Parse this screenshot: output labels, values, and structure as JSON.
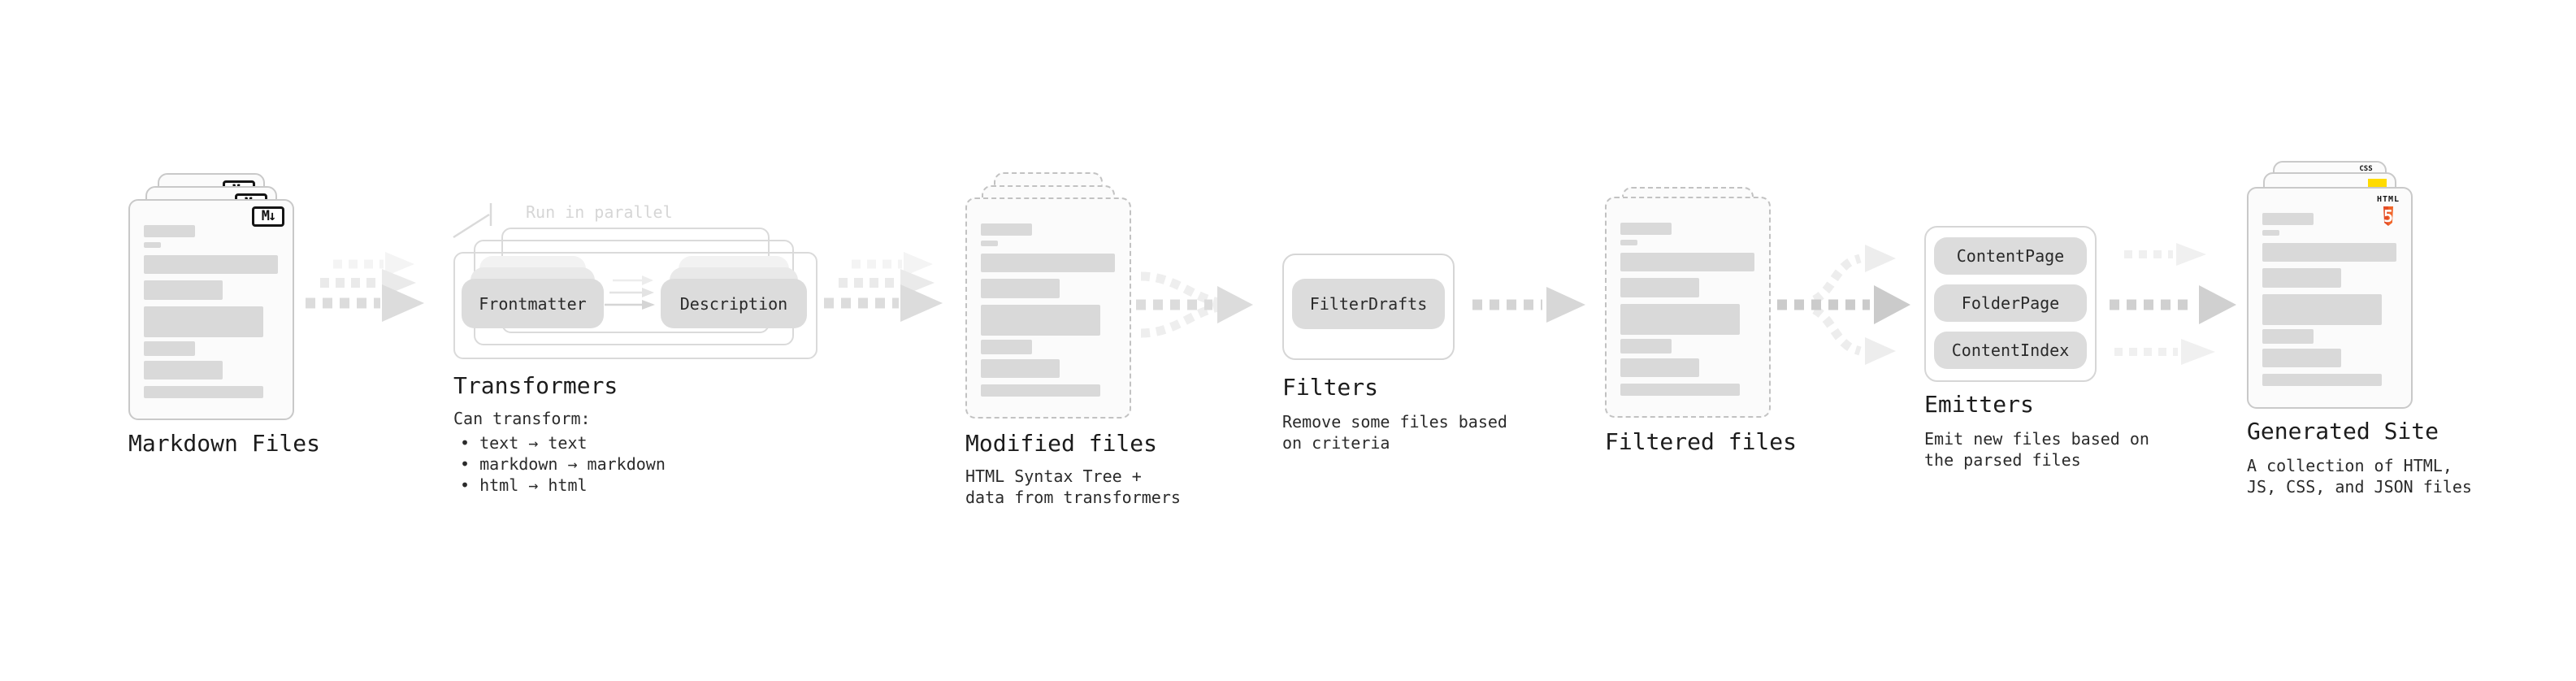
{
  "diagram": {
    "stages": {
      "markdown_files": {
        "label": "Markdown Files",
        "icon_label": "M↓"
      },
      "transformers": {
        "annotation": "Run in parallel",
        "input_pill": "Frontmatter",
        "output_pill": "Description",
        "title": "Transformers",
        "description_heading": "Can transform:",
        "bullets": [
          "• text → text",
          "• markdown → markdown",
          "• html → html"
        ]
      },
      "modified_files": {
        "title": "Modified files",
        "subtitle_lines": [
          "HTML Syntax Tree +",
          "data from transformers"
        ]
      },
      "filters": {
        "title": "Filters",
        "pill": "FilterDrafts",
        "subtitle_lines": [
          "Remove some files based",
          "on criteria"
        ]
      },
      "filtered_files": {
        "title": "Filtered files"
      },
      "emitters": {
        "title": "Emitters",
        "pills": [
          "ContentPage",
          "FolderPage",
          "ContentIndex"
        ],
        "subtitle_lines": [
          "Emit new files based on",
          "the parsed files"
        ]
      },
      "generated_site": {
        "title": "Generated Site",
        "subtitle_lines": [
          "A collection of HTML,",
          "JS, CSS, and JSON files"
        ],
        "badges": {
          "css_label": "CSS",
          "html_label": "HTML",
          "html5_numeral": "5"
        }
      }
    },
    "colors": {
      "html5_orange": "#e44d26",
      "html5_orange_light": "#f16529",
      "js_yellow": "#ffdb00",
      "css_blue": "#2962ff",
      "skeleton_gray": "#d9d9d9",
      "arrow_gray": "#dcdcdc",
      "annotation_gray": "#d6d6d6"
    }
  }
}
